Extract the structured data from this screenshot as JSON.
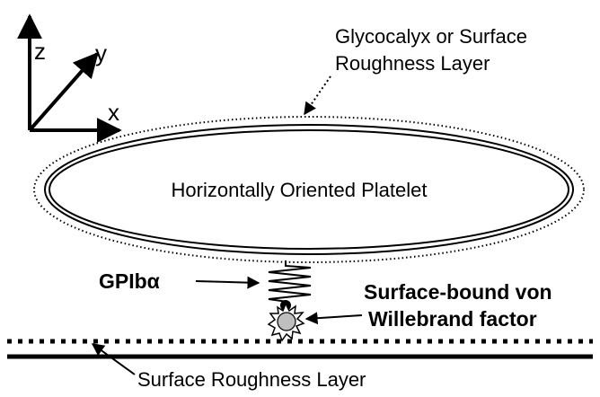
{
  "axes": {
    "z": "z",
    "y": "y",
    "x": "x"
  },
  "labels": {
    "glycocalyx_line1": "Glycocalyx or Surface",
    "glycocalyx_line2": "Roughness Layer",
    "platelet": "Horizontally Oriented Platelet",
    "gpib": "GPIbα",
    "vwf_line1": "Surface-bound von",
    "vwf_line2": "Willebrand factor",
    "surface_roughness": "Surface Roughness Layer"
  },
  "icons": {
    "spring": "spring-icon",
    "vwf": "vwf-star-icon"
  },
  "colors": {
    "ink": "#000000",
    "vwf_fill": "#bfbfbf"
  }
}
